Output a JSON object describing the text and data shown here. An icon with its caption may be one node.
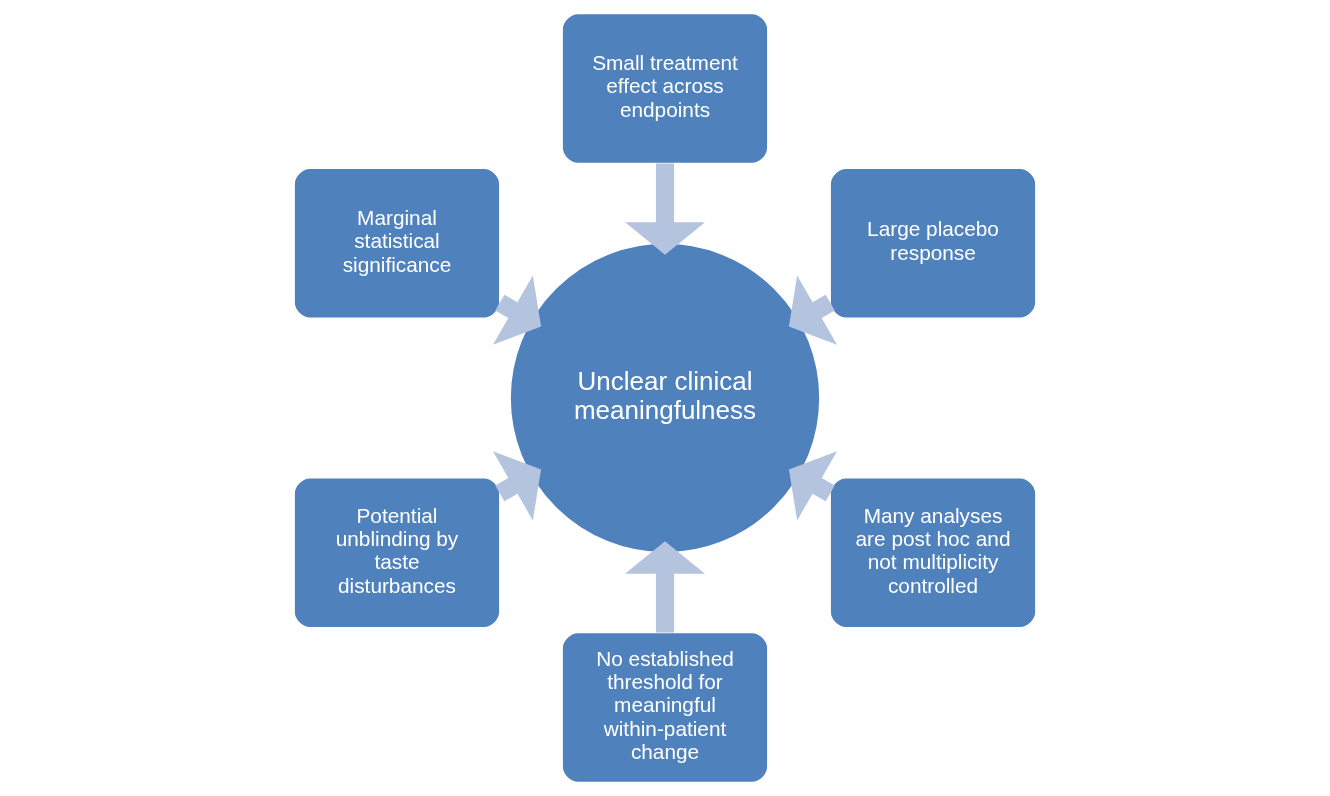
{
  "diagram": {
    "nodes": [
      {
        "text": [
          "Large placebo response"
        ]
      },
      {
        "text": [
          "Small treatment effect across endpoints"
        ]
      },
      {
        "text": [
          "Marginal statistical significance"
        ]
      },
      {
        "text": [
          "Potential unblinding by taste disturbances"
        ]
      },
      {
        "text": [
          "No established threshold for meaningful within-patient change"
        ]
      },
      {
        "text": [
          "Many analyses are post hoc and not multiplicity controlled"
        ]
      },
      {
        "text": [
          "Unclear clinical meaningfulness"
        ]
      }
    ],
    "edges": [
      {
        "from": 0,
        "to": 6,
        "arrow": "to"
      },
      {
        "from": 1,
        "to": 6,
        "arrow": "to"
      },
      {
        "from": 2,
        "to": 6,
        "arrow": "to"
      },
      {
        "from": 3,
        "to": 6,
        "arrow": "to"
      },
      {
        "from": 4,
        "to": 6,
        "arrow": "to"
      },
      {
        "from": 5,
        "to": 6,
        "arrow": "to"
      }
    ]
  }
}
